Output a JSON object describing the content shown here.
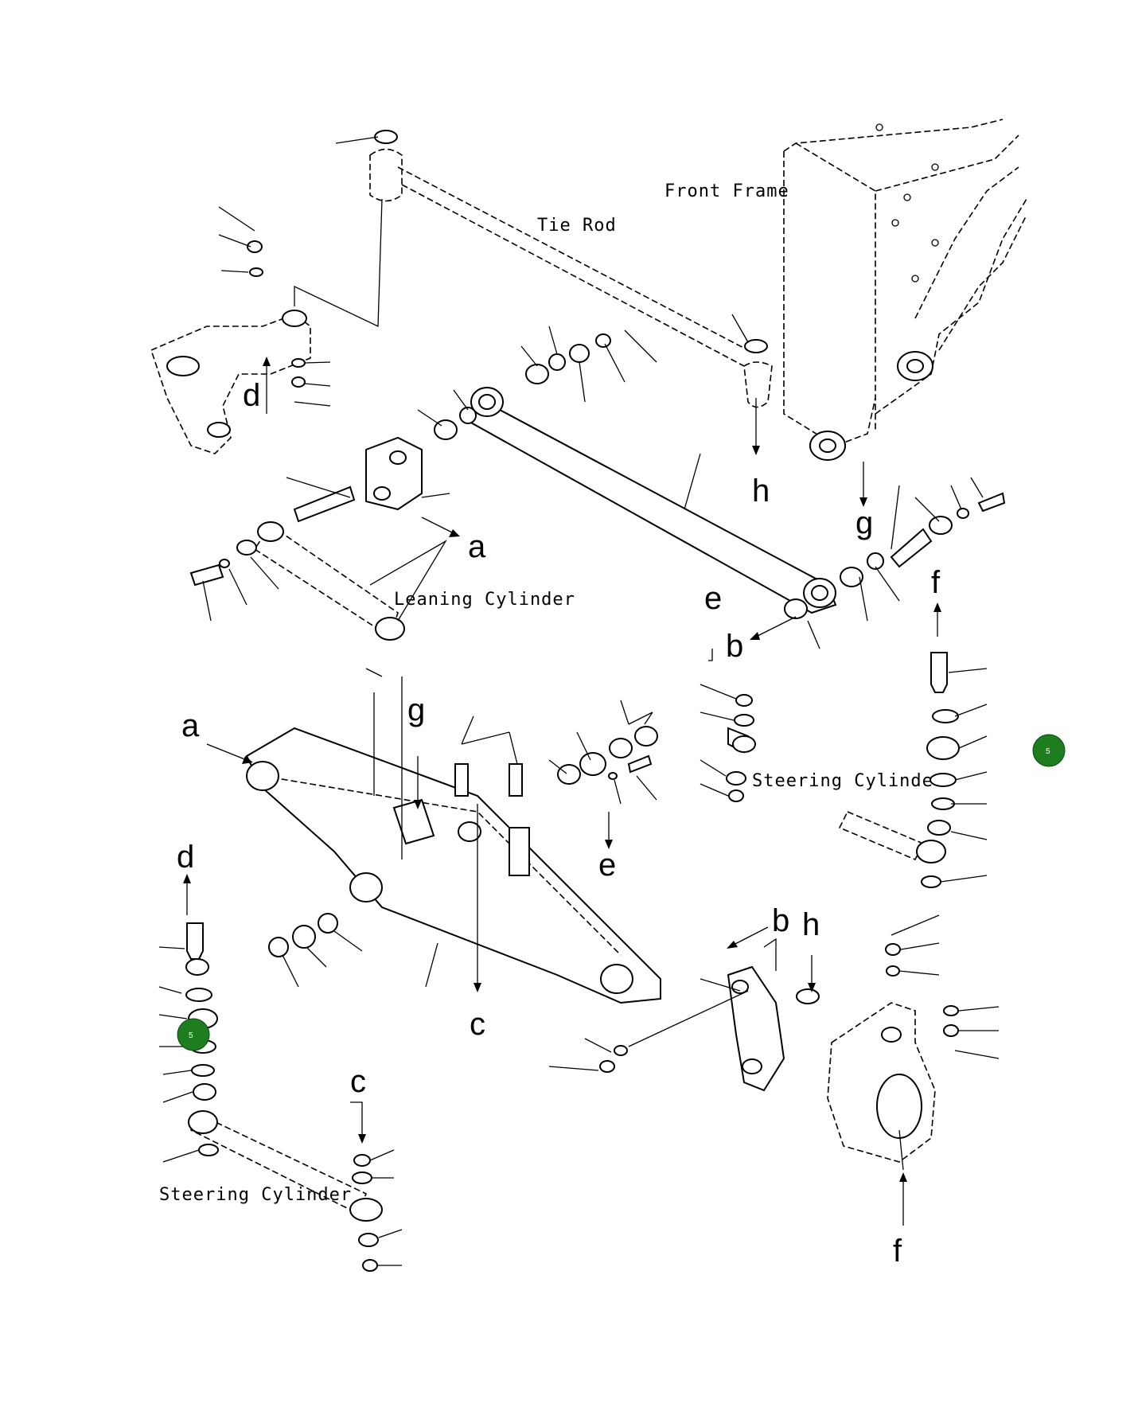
{
  "labels": {
    "front_frame": "Front Frame",
    "tie_rod": "Tie Rod",
    "leaning_cylinder": "Leaning Cylinder",
    "steering_cylinder_right": "Steering Cylinder",
    "steering_cylinder_left": "Steering Cylinder"
  },
  "letters": {
    "a_upper": "a",
    "a_lower": "a",
    "b_mid": "b",
    "b_lower": "b",
    "c_center": "c",
    "c_lower": "c",
    "d_upper": "d",
    "d_lower": "d",
    "e_mid": "e",
    "e_center": "e",
    "f_right": "f",
    "f_lower": "f",
    "g_right": "g",
    "g_center": "g",
    "h_upper": "h",
    "h_lower": "h"
  },
  "markers": {
    "marker_right": "5",
    "marker_left": "5",
    "marker_color": "#1e7d1e"
  }
}
